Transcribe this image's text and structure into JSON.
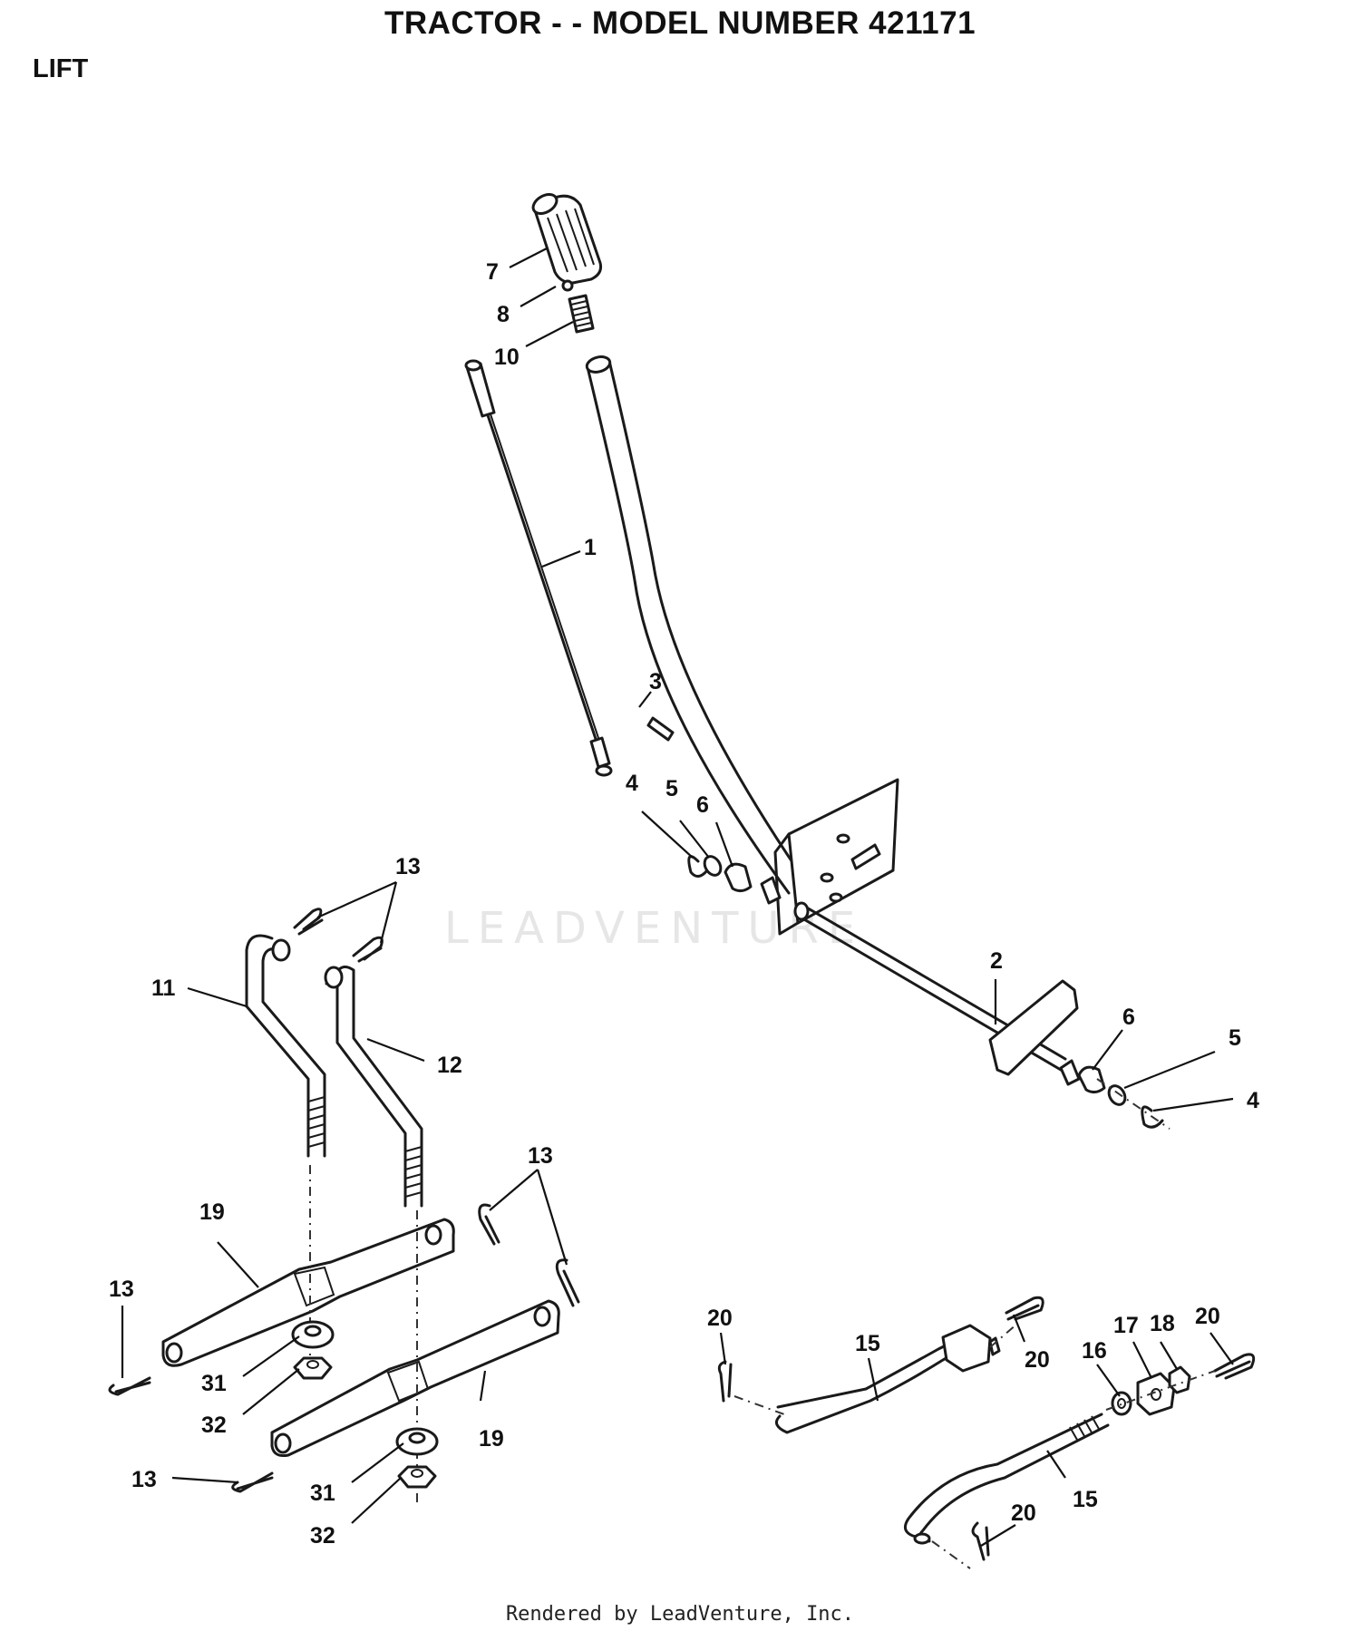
{
  "header": {
    "title": "TRACTOR - - MODEL NUMBER 421171",
    "section": "LIFT"
  },
  "watermark": {
    "text": "LEADVENTURE"
  },
  "footer": {
    "text": "Rendered by LeadVenture, Inc."
  },
  "callouts": {
    "c7": "7",
    "c8": "8",
    "c10": "10",
    "c1": "1",
    "c3": "3",
    "c4a": "4",
    "c5a": "5",
    "c6a": "6",
    "c2": "2",
    "c6b": "6",
    "c5b": "5",
    "c4b": "4",
    "c13a": "13",
    "c11": "11",
    "c12": "12",
    "c13b": "13",
    "c19a": "19",
    "c13c": "13",
    "c31a": "31",
    "c32a": "32",
    "c19b": "19",
    "c13d": "13",
    "c31b": "31",
    "c32b": "32",
    "c20a": "20",
    "c15a": "15",
    "c20b": "20",
    "c16": "16",
    "c17": "17",
    "c18": "18",
    "c20c": "20",
    "c20d": "20",
    "c15b": "15"
  }
}
